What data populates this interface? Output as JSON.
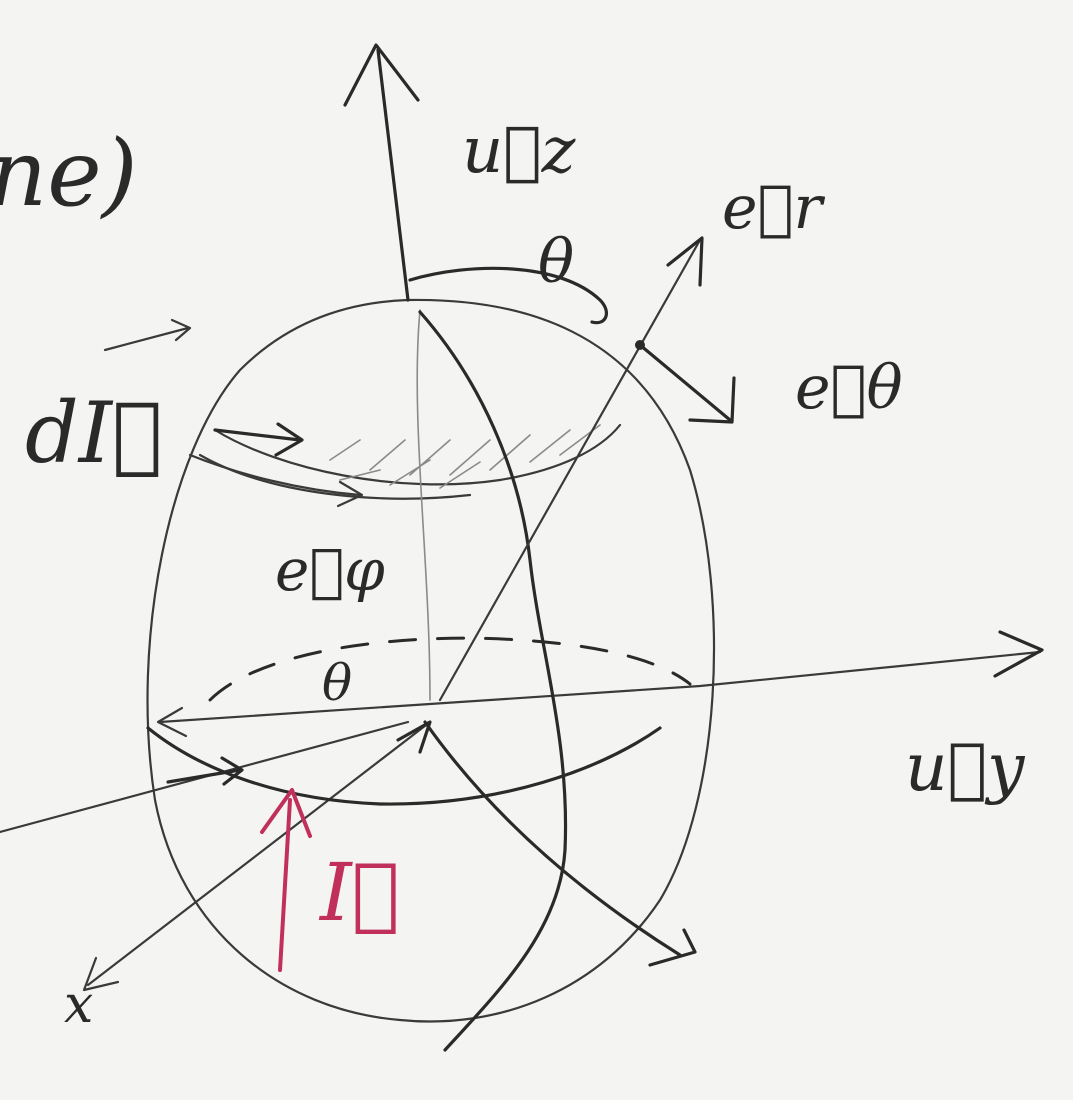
{
  "header_fragment": "ne)",
  "labels": {
    "u_z": "u⃗z",
    "e_r": "e⃗r",
    "e_theta": "e⃗θ",
    "theta_top": "θ",
    "theta_mid": "θ",
    "dI": "dI⃗",
    "e_phi": "e⃗φ",
    "u_y": "u⃗y",
    "current": "I⃗",
    "x_end": "x"
  },
  "colors": {
    "ink": "#2a2a2a",
    "current_red": "#c0305a",
    "paper": "#f4f4f2"
  }
}
